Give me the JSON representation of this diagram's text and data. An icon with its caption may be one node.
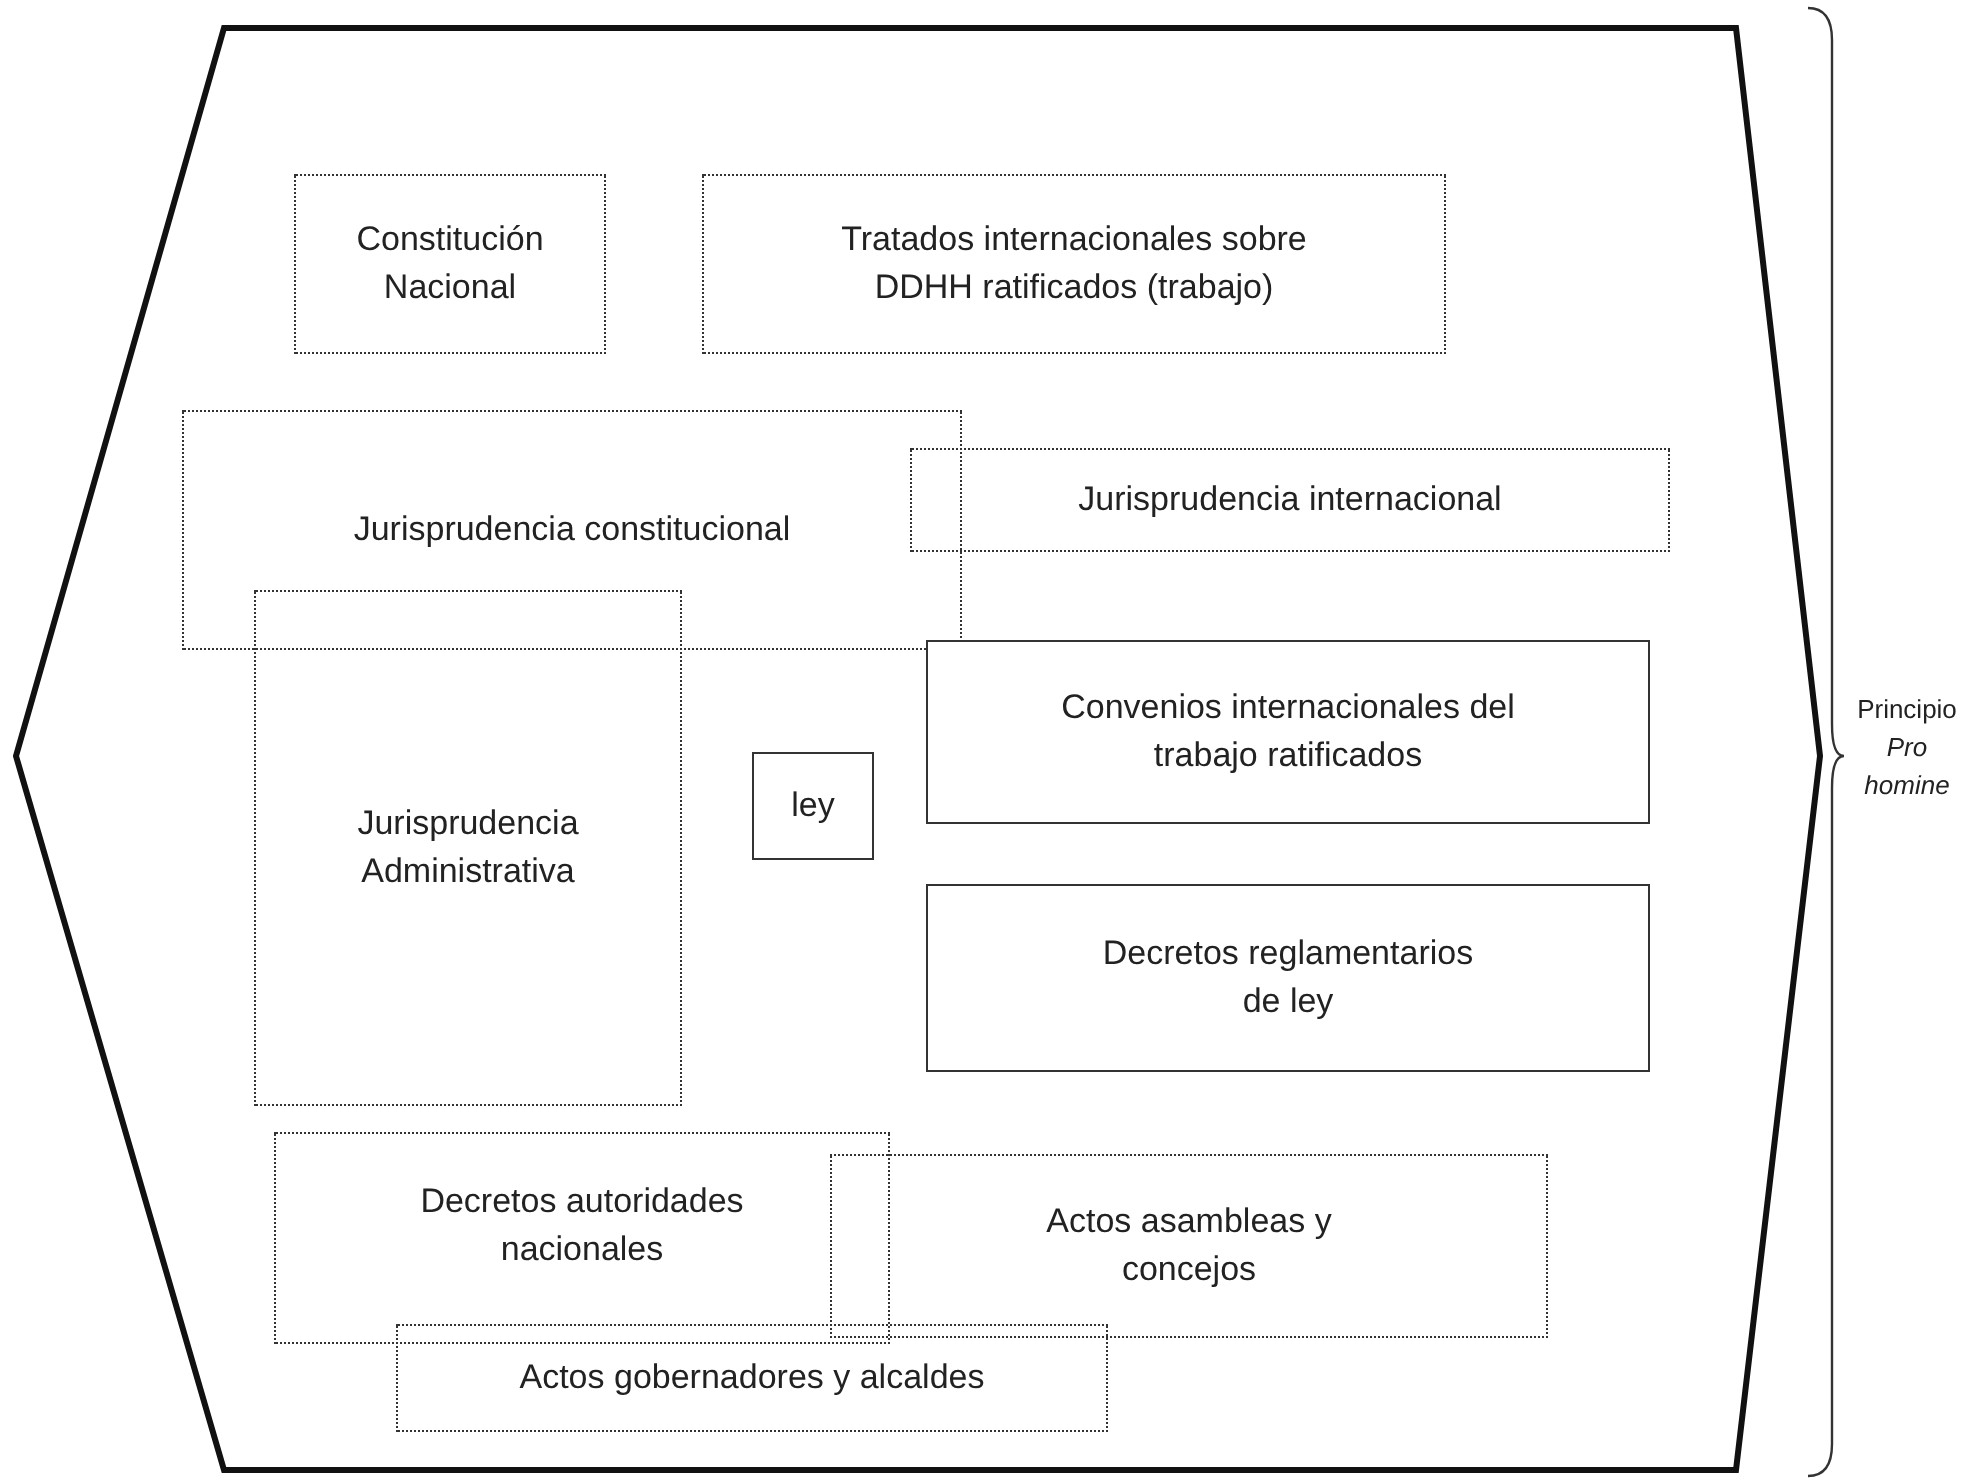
{
  "diagram": {
    "nodes": [
      {
        "text": [
          "Constitución Nacional"
        ]
      },
      {
        "text": [
          "Tratados internacionales sobre DDHH ratificados (trabajo)"
        ]
      },
      {
        "text": [
          "Jurisprudencia constitucional"
        ]
      },
      {
        "text": [
          "Jurisprudencia internacional"
        ]
      },
      {
        "text": [
          "Jurisprudencia Administrativa"
        ]
      },
      {
        "text": [
          "ley"
        ]
      },
      {
        "text": [
          "Convenios internacionales del trabajo ratificados"
        ]
      },
      {
        "text": [
          "Decretos reglamentarios de ley"
        ]
      },
      {
        "text": [
          "Decretos autoridades nacionales"
        ]
      },
      {
        "text": [
          "Actos asambleas y concejos"
        ]
      },
      {
        "text": [
          "Actos gobernadores y alcaldes"
        ]
      }
    ],
    "labels": [
      "Principio *Pro homine*"
    ]
  }
}
